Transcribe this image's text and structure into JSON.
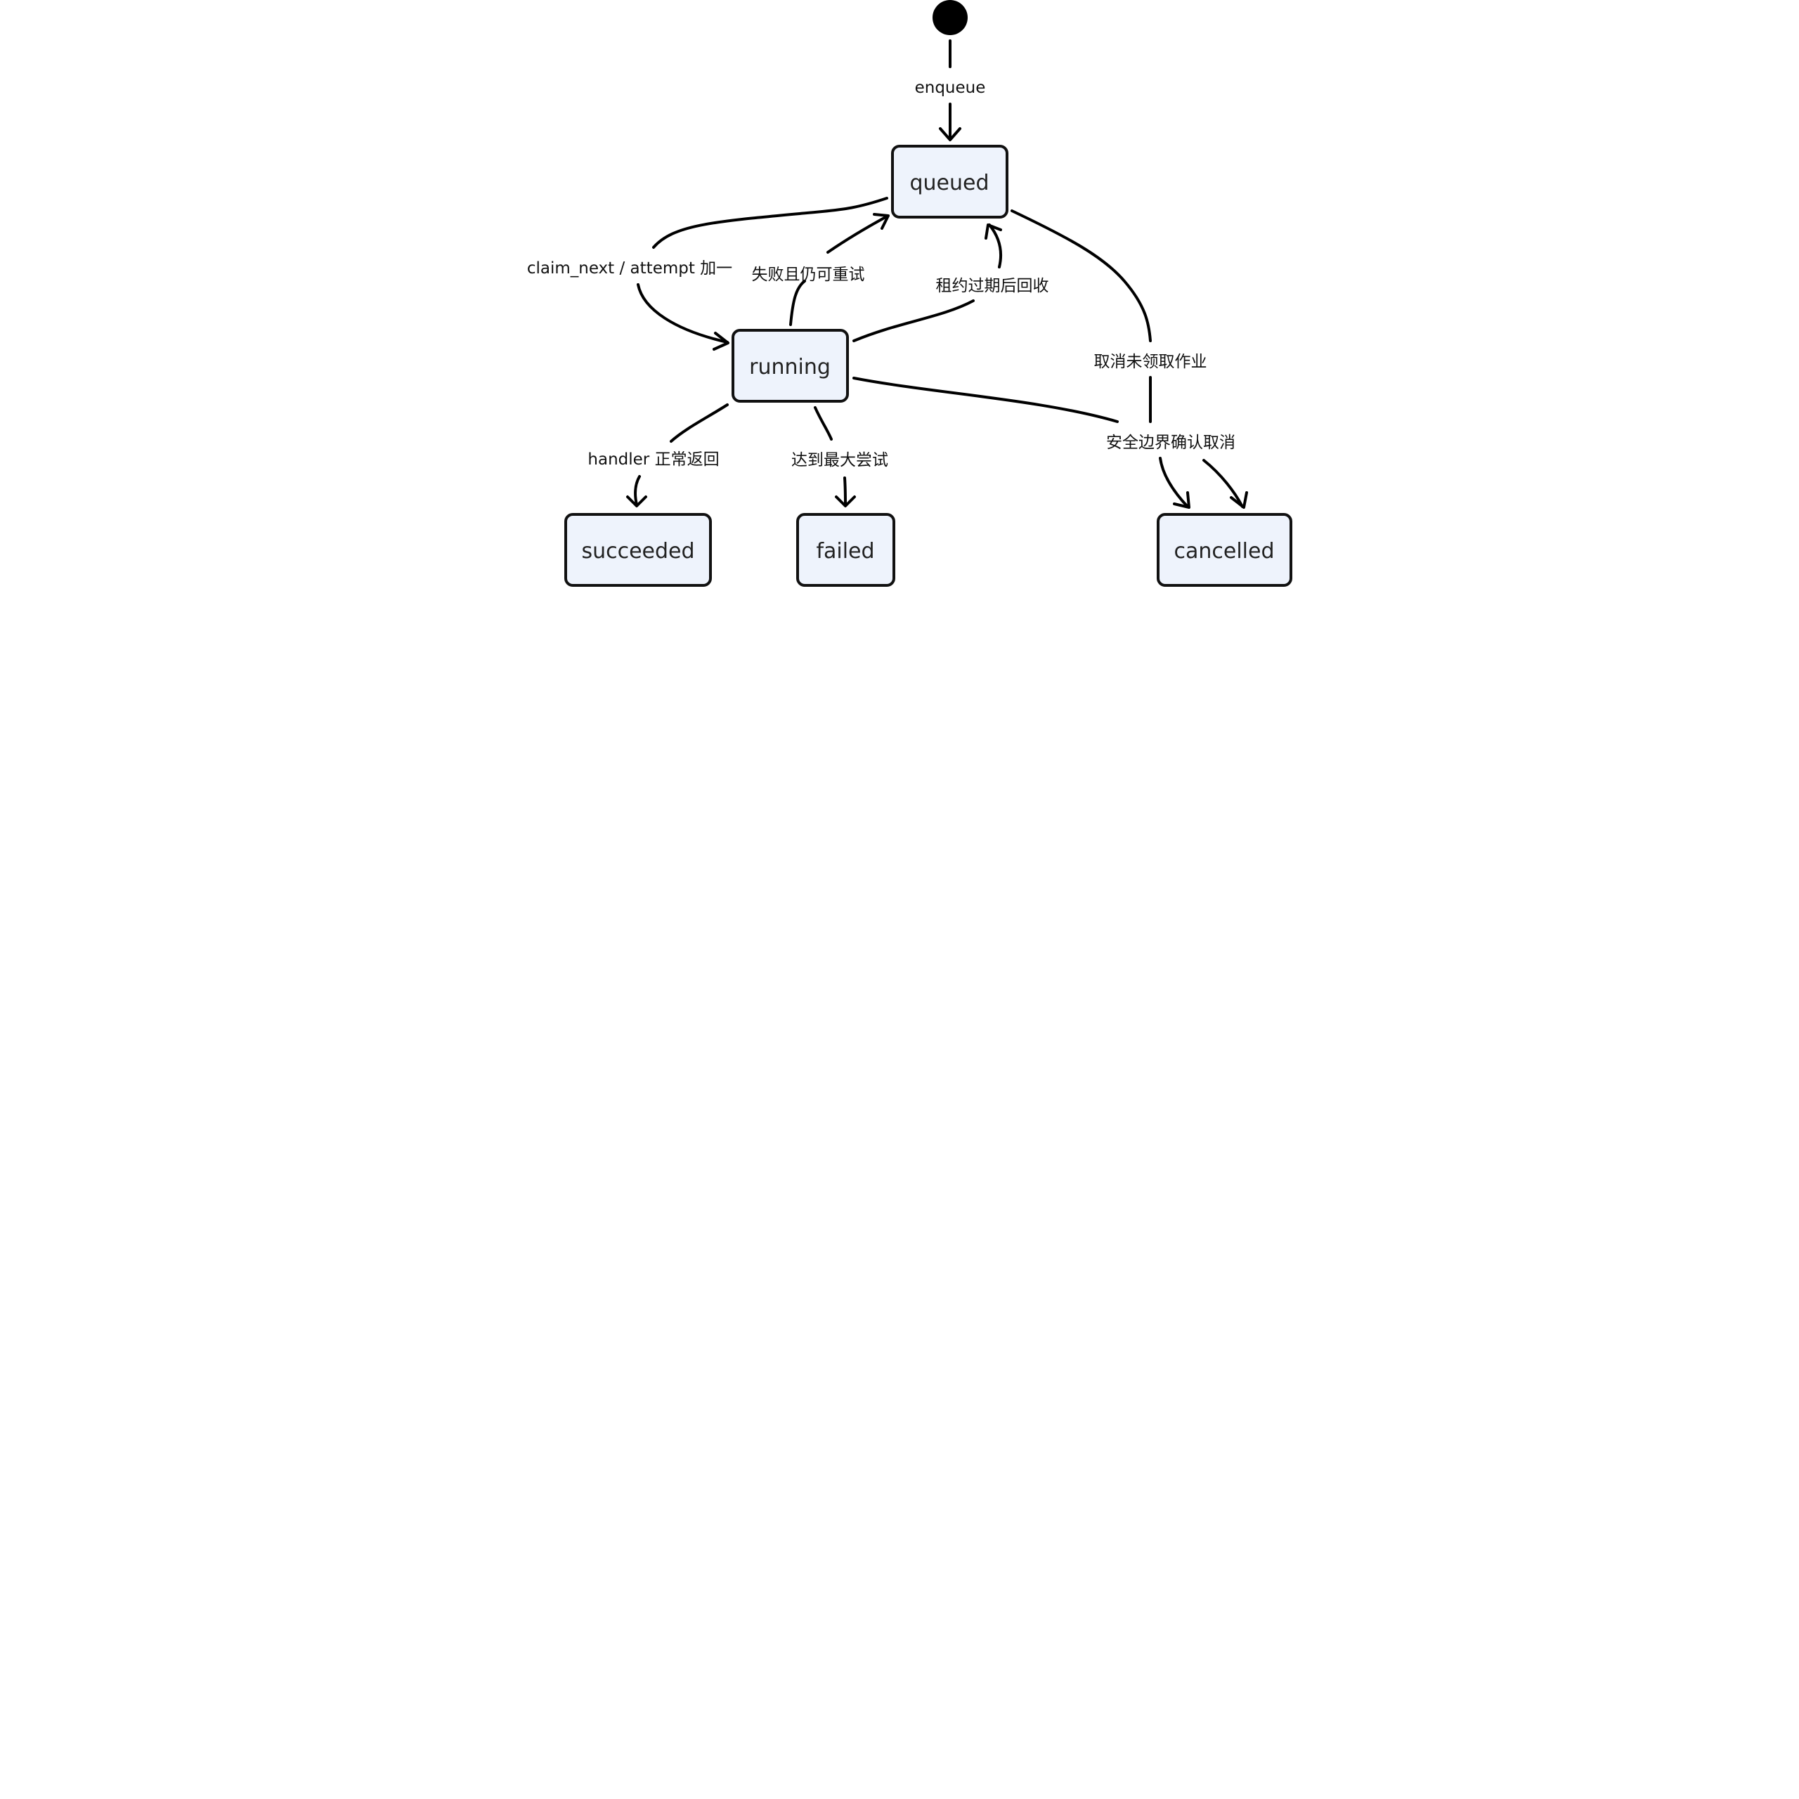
{
  "states": {
    "queued": "queued",
    "running": "running",
    "succeeded": "succeeded",
    "failed": "failed",
    "cancelled": "cancelled"
  },
  "transitions": {
    "enqueue": "enqueue",
    "claim_next": "claim_next / attempt 加一",
    "retry": "失败且仍可重试",
    "lease_expired": "租约过期后回收",
    "cancel_unclaimed": "取消未领取作业",
    "handler_return": "handler 正常返回",
    "max_attempts": "达到最大尝试",
    "safe_cancel": "安全边界确认取消"
  },
  "colors": {
    "state_fill": "#eef3fc",
    "stroke": "#000000"
  }
}
